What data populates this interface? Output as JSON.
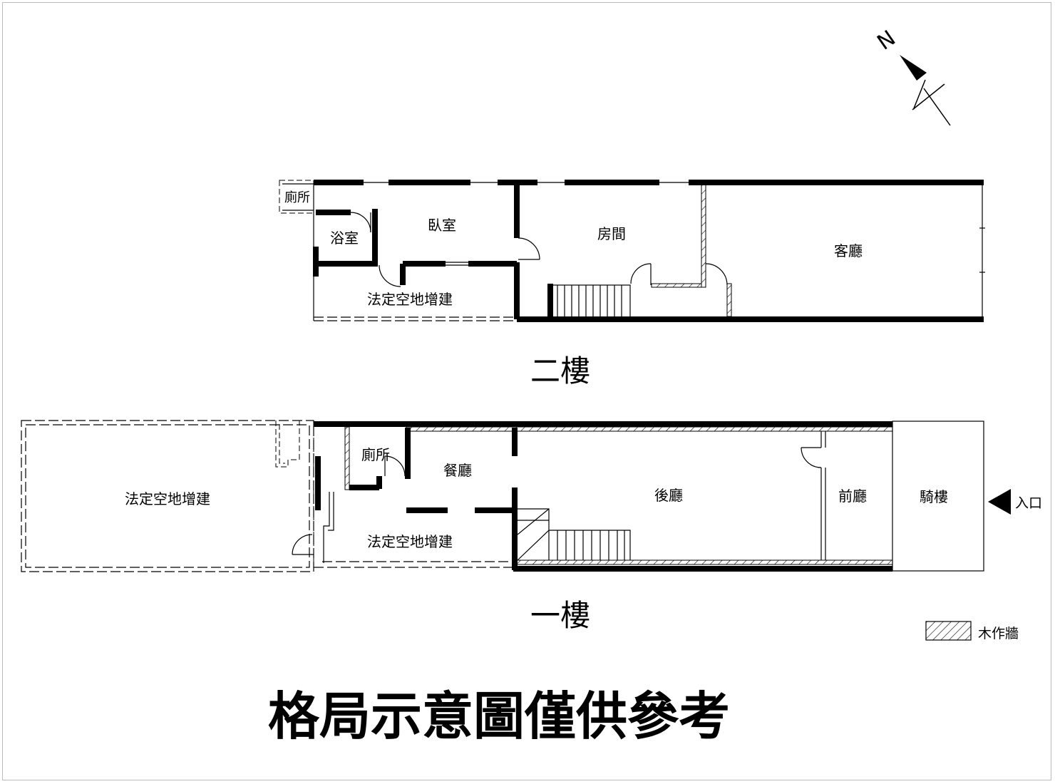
{
  "title": "格局示意圖僅供參考",
  "north_label": "N",
  "floors": {
    "second": {
      "title": "二樓",
      "rooms": {
        "toilet": "廁所",
        "bathroom": "浴室",
        "bedroom": "臥室",
        "room": "房間",
        "living_room": "客廳",
        "legal_extension": "法定空地增建"
      }
    },
    "first": {
      "title": "一樓",
      "rooms": {
        "legal_extension_large": "法定空地增建",
        "toilet": "廁所",
        "dining_room": "餐廳",
        "legal_extension": "法定空地增建",
        "back_hall": "後廳",
        "front_hall": "前廳",
        "arcade": "騎樓"
      },
      "entrance": "入口"
    }
  },
  "legend": {
    "wood_wall": "木作牆"
  },
  "colors": {
    "line": "#000000",
    "background": "#ffffff"
  }
}
